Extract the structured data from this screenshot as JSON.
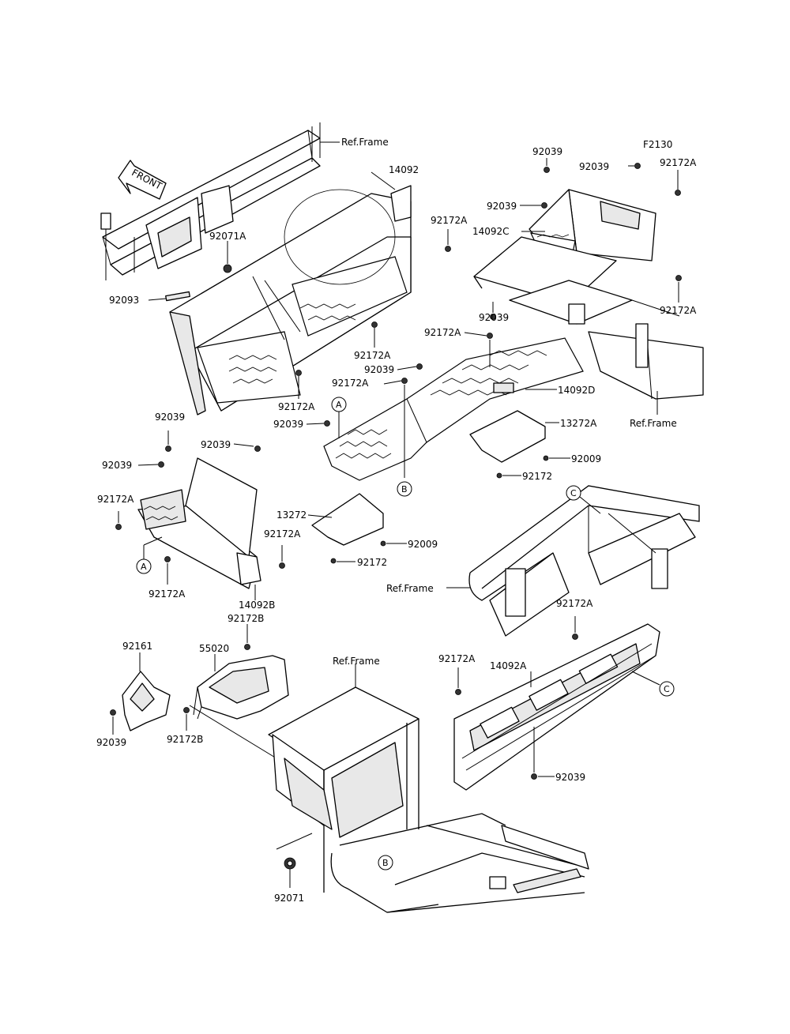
{
  "figure_code": "F2130",
  "front_arrow_text": "FRONT",
  "ref_frame": "Ref.Frame",
  "callouts": {
    "a": "A",
    "b": "B",
    "c": "C"
  },
  "parts": {
    "p14092": "14092",
    "p14092a": "14092A",
    "p14092b": "14092B",
    "p14092c": "14092C",
    "p14092d": "14092D",
    "p13272": "13272",
    "p13272a": "13272A",
    "p55020": "55020",
    "p92009": "92009",
    "p92039": "92039",
    "p92071": "92071",
    "p92071a": "92071A",
    "p92093": "92093",
    "p92161": "92161",
    "p92172": "92172",
    "p92172a": "92172A",
    "p92172b": "92172B"
  }
}
